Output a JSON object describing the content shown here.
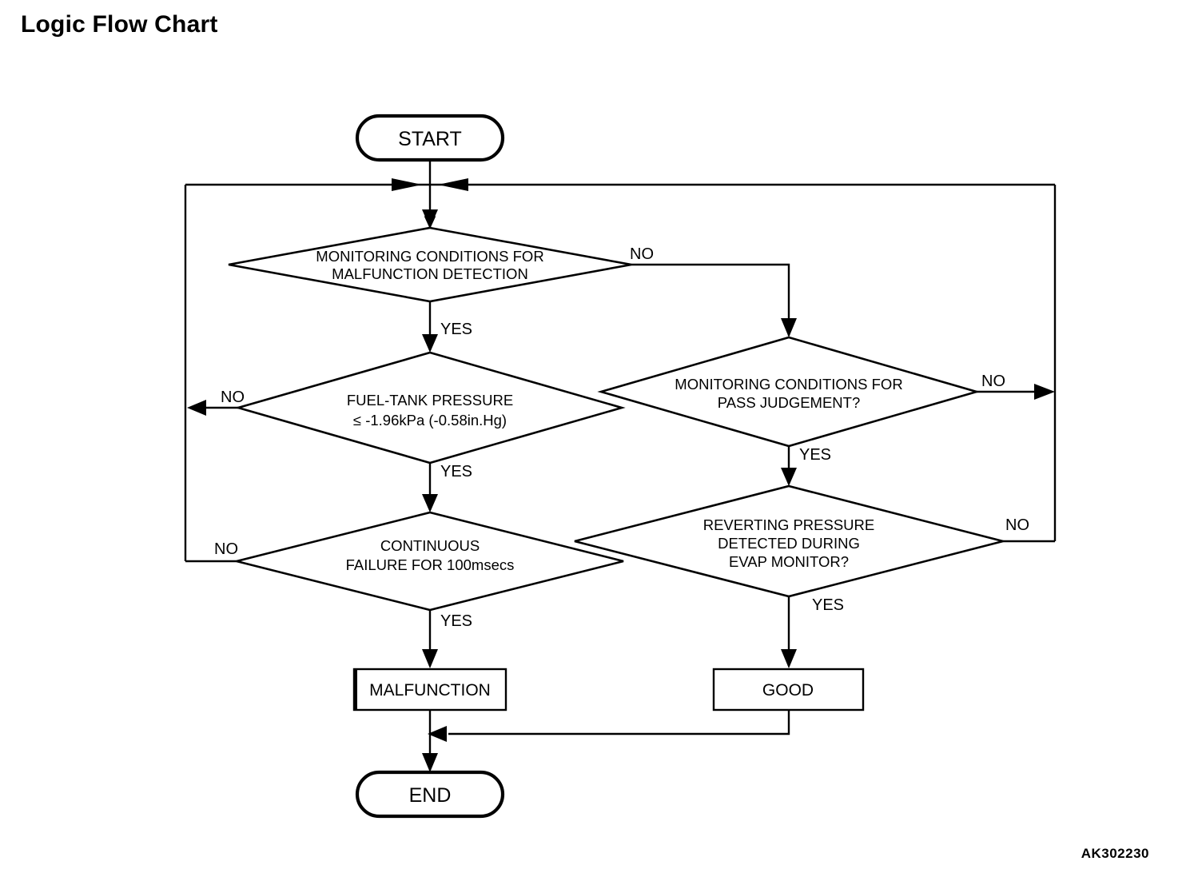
{
  "page": {
    "title": "Logic Flow Chart",
    "figure_id": "AK302230"
  },
  "chart_data": {
    "type": "diagram",
    "diagram_kind": "flowchart",
    "title": "Logic Flow Chart",
    "figure_id": "AK302230",
    "nodes": [
      {
        "id": "start",
        "shape": "terminator",
        "text": "START"
      },
      {
        "id": "merge",
        "shape": "junction",
        "text": ""
      },
      {
        "id": "d1",
        "shape": "decision",
        "lines": [
          "MONITORING CONDITIONS FOR",
          "MALFUNCTION DETECTION"
        ]
      },
      {
        "id": "d2",
        "shape": "decision",
        "lines": [
          "FUEL-TANK PRESSURE",
          "≤ -1.96kPa (-0.58in.Hg)"
        ]
      },
      {
        "id": "d3",
        "shape": "decision",
        "lines": [
          "CONTINUOUS",
          "FAILURE FOR 100msecs"
        ]
      },
      {
        "id": "d4",
        "shape": "decision",
        "lines": [
          "MONITORING CONDITIONS FOR",
          "PASS JUDGEMENT?"
        ]
      },
      {
        "id": "d5",
        "shape": "decision",
        "lines": [
          "REVERTING PRESSURE",
          "DETECTED DURING",
          "EVAP MONITOR?"
        ]
      },
      {
        "id": "malf",
        "shape": "process",
        "text": "MALFUNCTION"
      },
      {
        "id": "good",
        "shape": "process",
        "text": "GOOD"
      },
      {
        "id": "end",
        "shape": "terminator",
        "text": "END"
      }
    ],
    "edges": [
      {
        "from": "start",
        "to": "merge",
        "label": ""
      },
      {
        "from": "merge",
        "to": "d1",
        "label": ""
      },
      {
        "from": "d1",
        "to": "d2",
        "label": "YES"
      },
      {
        "from": "d1",
        "to": "d4",
        "label": "NO"
      },
      {
        "from": "d2",
        "to": "d3",
        "label": "YES"
      },
      {
        "from": "d2",
        "to": "merge",
        "label": "NO"
      },
      {
        "from": "d3",
        "to": "malf",
        "label": "YES"
      },
      {
        "from": "d3",
        "to": "merge",
        "label": "NO"
      },
      {
        "from": "d4",
        "to": "d5",
        "label": "YES"
      },
      {
        "from": "d4",
        "to": "merge",
        "label": "NO"
      },
      {
        "from": "d5",
        "to": "good",
        "label": "YES"
      },
      {
        "from": "d5",
        "to": "merge",
        "label": "NO"
      },
      {
        "from": "malf",
        "to": "end",
        "label": ""
      },
      {
        "from": "good",
        "to": "end",
        "label": ""
      }
    ]
  },
  "nodes": {
    "start": {
      "label": "START"
    },
    "end": {
      "label": "END"
    },
    "d1": {
      "line1": "MONITORING CONDITIONS FOR",
      "line2": "MALFUNCTION DETECTION"
    },
    "d2": {
      "line1": "FUEL-TANK PRESSURE",
      "line2": "≤ -1.96kPa (-0.58in.Hg)"
    },
    "d3": {
      "line1": "CONTINUOUS",
      "line2": "FAILURE FOR 100msecs"
    },
    "d4": {
      "line1": "MONITORING CONDITIONS FOR",
      "line2": "PASS JUDGEMENT?"
    },
    "d5": {
      "line1": "REVERTING PRESSURE",
      "line2": "DETECTED DURING",
      "line3": "EVAP MONITOR?"
    },
    "malf": {
      "label": "MALFUNCTION"
    },
    "good": {
      "label": "GOOD"
    }
  },
  "branch_labels": {
    "d1_no": "NO",
    "d1_yes": "YES",
    "d2_no": "NO",
    "d2_yes": "YES",
    "d3_no": "NO",
    "d3_yes": "YES",
    "d4_no": "NO",
    "d4_yes": "YES",
    "d5_no": "NO",
    "d5_yes": "YES"
  },
  "colors": {
    "stroke": "#000000",
    "background": "#ffffff",
    "text": "#000000"
  }
}
